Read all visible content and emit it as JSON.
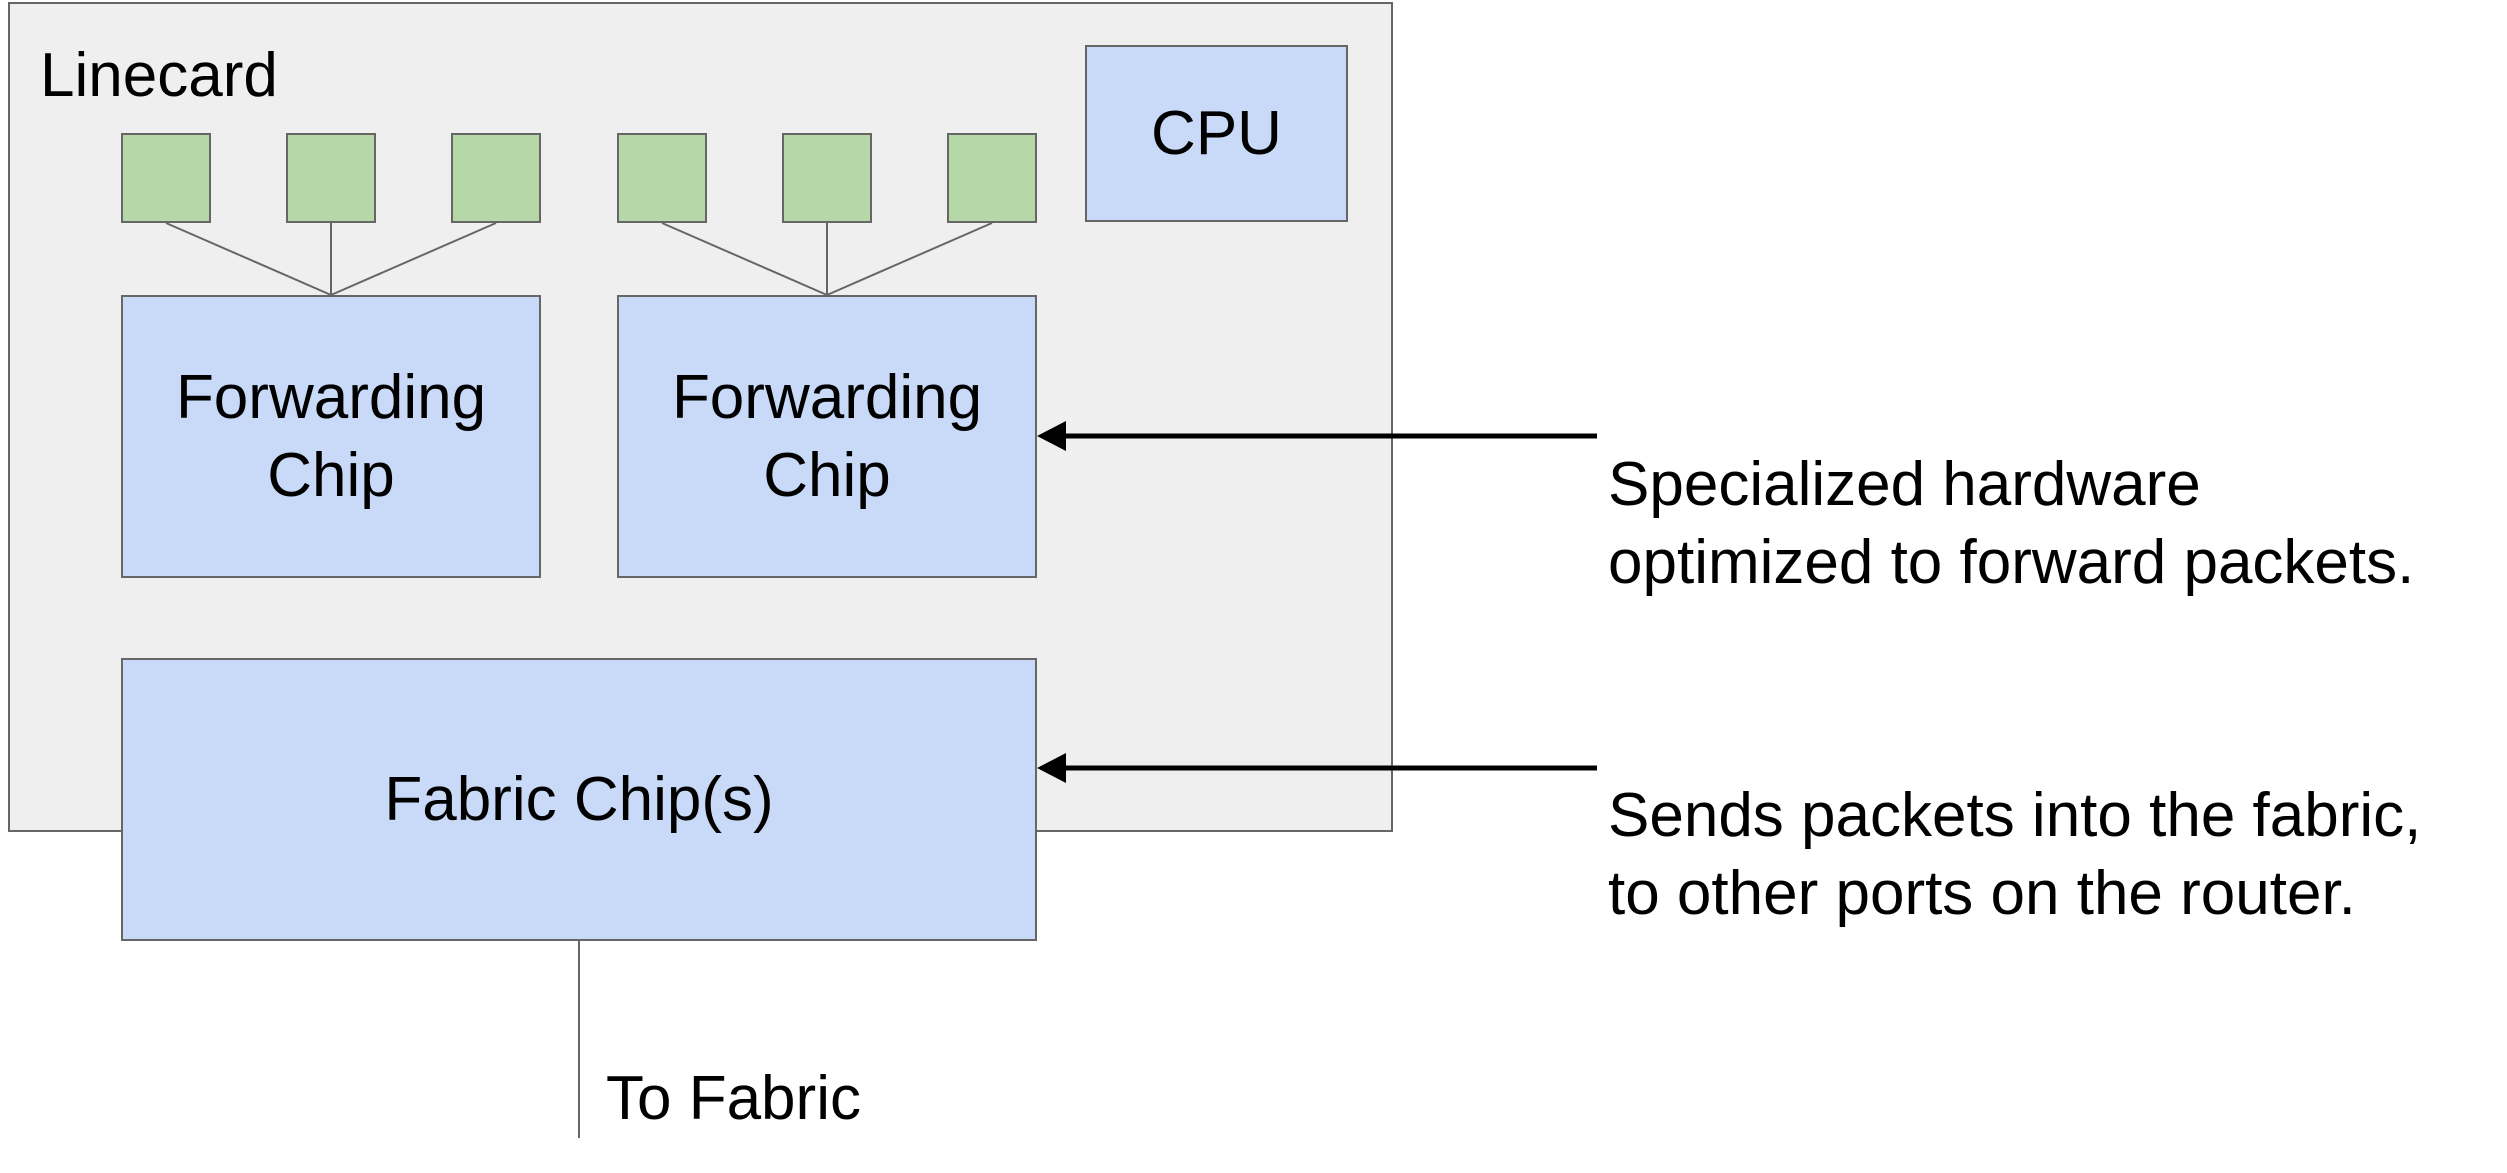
{
  "linecard": {
    "title": "Linecard",
    "cpu_label": "CPU",
    "forwarding_chips": [
      {
        "line1": "Forwarding",
        "line2": "Chip"
      },
      {
        "line1": "Forwarding",
        "line2": "Chip"
      }
    ],
    "fabric_chip_label": "Fabric Chip(s)"
  },
  "fabric_link_label": "To Fabric",
  "annotations": [
    {
      "line1": "Specialized hardware",
      "line2": "optimized to forward packets."
    },
    {
      "line1": "Sends packets into the fabric,",
      "line2": "to other ports on the router."
    }
  ],
  "colors": {
    "linecard_fill": "#efefef",
    "chip_fill": "#c9daf8",
    "port_fill": "#b6d7a8",
    "outline": "#666666",
    "arrow": "#000000"
  }
}
